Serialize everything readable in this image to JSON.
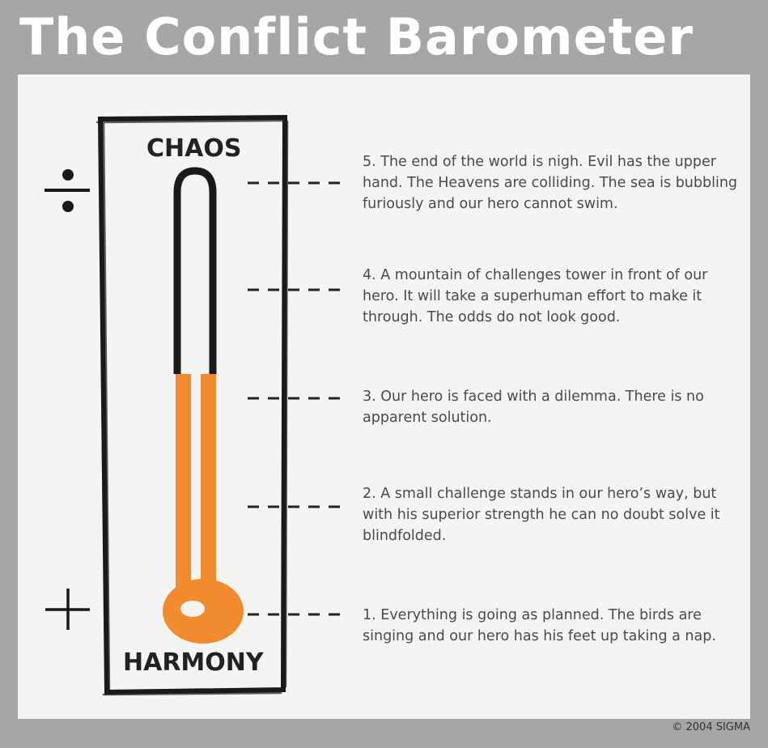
{
  "title": "The Conflict Barometer",
  "scale": {
    "top_label": "CHAOS",
    "bottom_label": "HARMONY"
  },
  "thermometer": {
    "fill_level": 3,
    "max_level": 5,
    "fill_color": "#f28a2e"
  },
  "levels": [
    {
      "text": "5. The end of the world is nigh. Evil has the upper hand. The Heavens are colliding. The sea is bubbling furiously and our hero cannot swim."
    },
    {
      "text": "4.  A mountain of challenges tower in front of our hero. It will take a superhuman effort to make it through. The odds do not look good."
    },
    {
      "text": "3. Our hero is faced with a dilemma. There is no apparent solution."
    },
    {
      "text": "2. A small challenge stands in our hero’s way, but with his superior strength he can no doubt solve it blindfolded."
    },
    {
      "text": "1. Everything is going as planned. The birds are singing and our hero has his feet up taking a nap."
    }
  ],
  "icons": {
    "top": "divide-icon",
    "bottom": "plus-icon"
  },
  "copyright": "© 2004 SIGMA"
}
